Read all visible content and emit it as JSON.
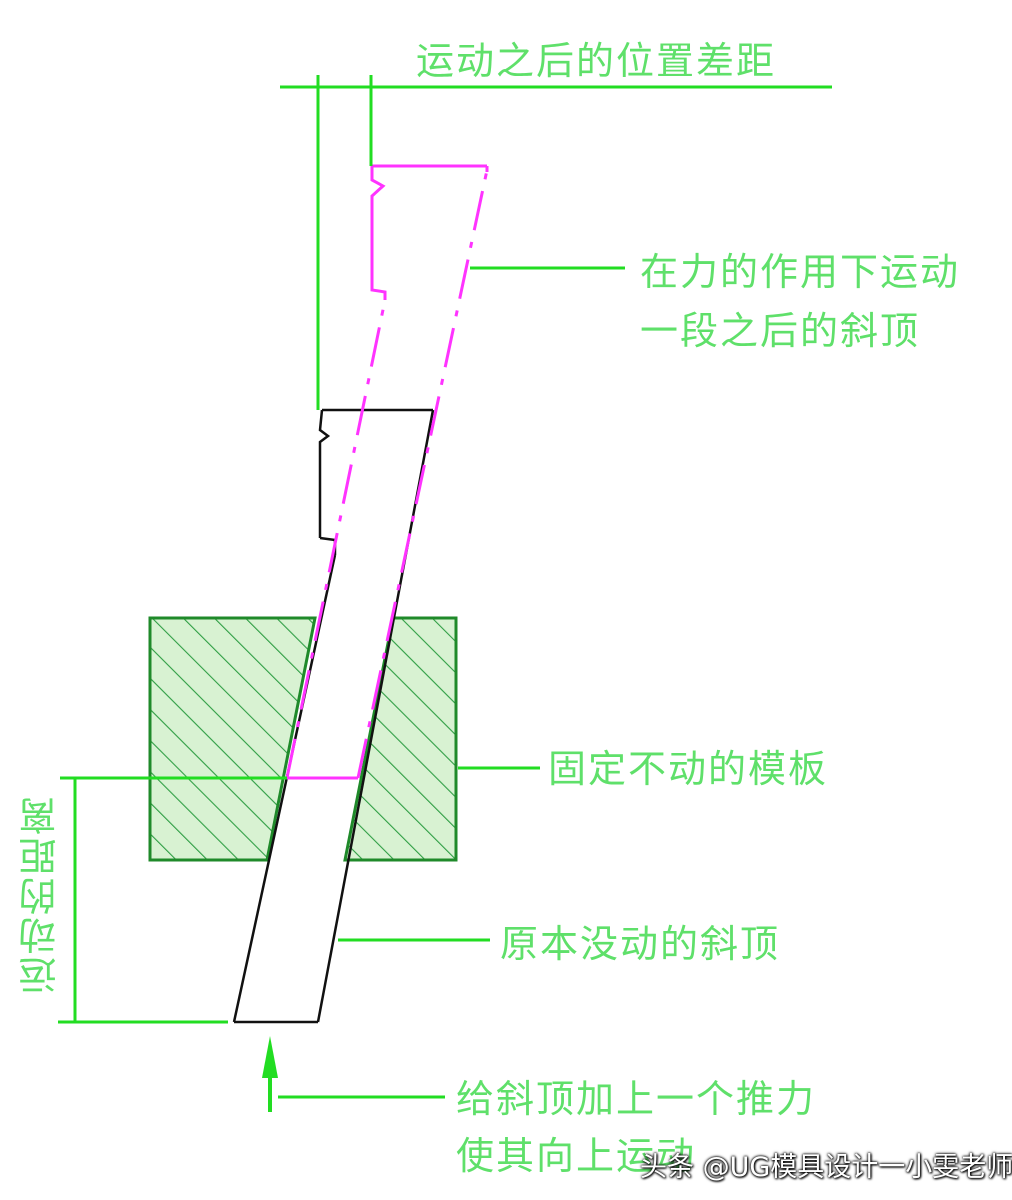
{
  "labels": {
    "top_gap": "运动之后的位置差距",
    "moved_lifter_line1": "在力的作用下运动",
    "moved_lifter_line2": "一段之后的斜顶",
    "fixed_plate": "固定不动的模板",
    "original_lifter": "原本没动的斜顶",
    "push_line1": "给斜顶加上一个推力",
    "push_line2": "使其向上运动",
    "travel_distance": "运动的距离"
  },
  "watermark": "头条 @UG模具设计一小雯老师",
  "colors": {
    "label_green": "#5fe06a",
    "dimension_green": "#22dd22",
    "hatch_green": "#2f9e44",
    "plate_fill": "#d8f2d2",
    "moved_outline": "#ff33ff",
    "original_outline": "#000000",
    "arrow_green": "#22dd22"
  }
}
